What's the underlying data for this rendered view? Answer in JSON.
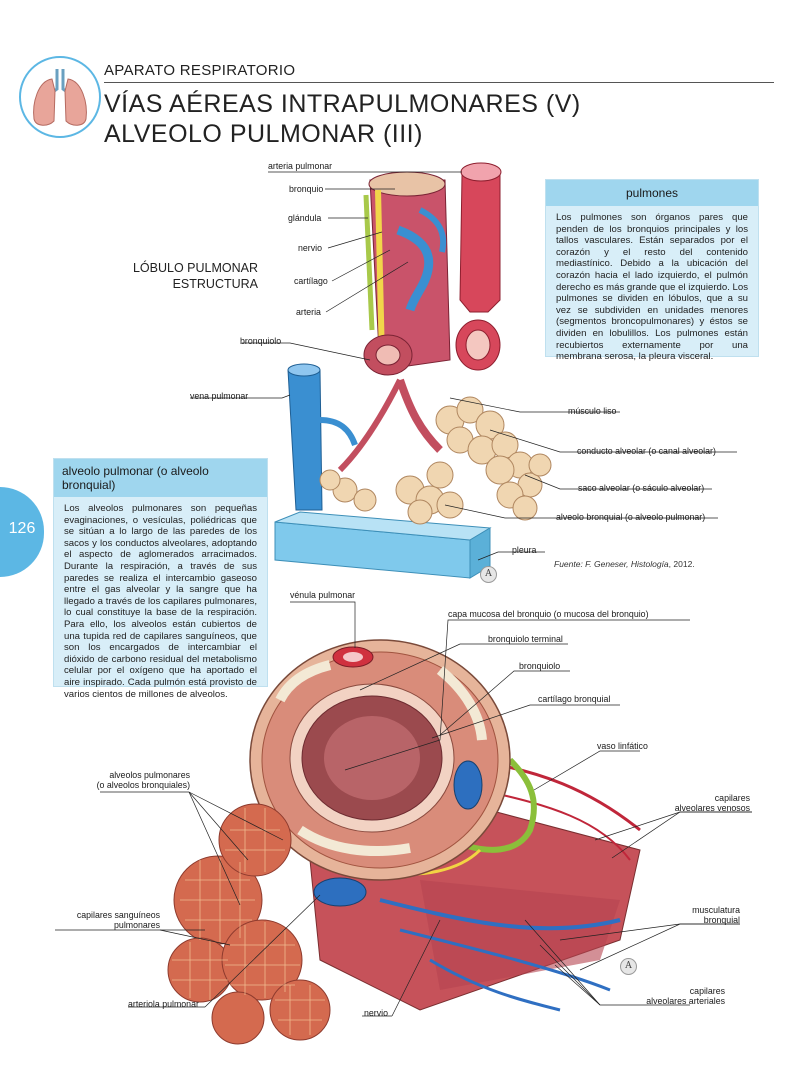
{
  "header": {
    "section": "APARATO RESPIRATORIO",
    "title_line1": "VÍAS AÉREAS INTRAPULMONARES (V)",
    "title_line2": "ALVEOLO PULMONAR (III)"
  },
  "page_number": "126",
  "lobule": {
    "heading_line1": "LÓBULO PULMONAR",
    "heading_line2": "ESTRUCTURA",
    "labels": {
      "arteria_pulmonar": "arteria pulmonar",
      "bronquio": "bronquio",
      "glandula": "glándula",
      "nervio": "nervio",
      "cartilago": "cartílago",
      "arteria": "arteria",
      "bronquiolo": "bronquiolo",
      "vena_pulmonar": "vena pulmonar",
      "musculo_liso": "músculo liso",
      "conducto_alveolar": "conducto alveolar (o canal alveolar)",
      "saco_alveolar": "saco alveolar (o sáculo alveolar)",
      "alveolo_bronquial": "alveolo bronquial (o alveolo pulmonar)",
      "pleura": "pleura"
    },
    "source_prefix": "Fuente: F. Geneser",
    "source_book": ", Histología",
    "source_year": ", 2012."
  },
  "lungs_box": {
    "title": "pulmones",
    "text": "Los pulmones son órganos pares que penden de los bronquios principales y los tallos vasculares. Están separados por el corazón y el resto del contenido mediastínico. Debido a la ubicación del corazón hacia el lado izquierdo, el pulmón derecho es más grande que el izquierdo. Los pulmones se dividen en lóbulos, que a su vez se subdividen en unidades menores (segmentos broncopulmonares) y éstos se dividen en lobulillos. Los pulmones están recubiertos externamente por una membrana serosa, la pleura visceral."
  },
  "alveolus_box": {
    "title": "alveolo pulmonar (o alveolo bronquial)",
    "text": "Los alveolos pulmonares son pequeñas evaginaciones, o vesículas, poliédricas que se sitúan a lo largo de las paredes de los sacos y los conductos alveolares, adoptando el aspecto de aglomerados arracimados. Durante la respiración, a través de sus paredes se realiza el intercambio gaseoso entre el gas alveolar y la sangre que ha llegado a través de los capilares pulmonares, lo cual constituye la base de la respiración. Para ello, los alveolos están cubiertos de una tupida red de capilares sanguíneos, que son los encargados de intercambiar el dióxido de carbono residual del metabolismo celular por el oxígeno que ha aportado el aire inspirado. Cada pulmón está provisto de varios cientos de millones de alveolos."
  },
  "bronchiole": {
    "labels": {
      "venula_pulmonar": "vénula pulmonar",
      "capa_mucosa": "capa mucosa del bronquio (o mucosa del bronquio)",
      "bronquiolo_terminal": "bronquiolo terminal",
      "bronquiolo": "bronquiolo",
      "cartilago_bronquial": "cartílago bronquial",
      "vaso_linfatico": "vaso linfático",
      "capilares_venosos_1": "capilares",
      "capilares_venosos_2": "alveolares venosos",
      "alveolos_1": "alveolos pulmonares",
      "alveolos_2": "(o alveolos bronquiales)",
      "musculatura_1": "musculatura",
      "musculatura_2": "bronquial",
      "capilares_sanguineos_1": "capilares sanguíneos",
      "capilares_sanguineos_2": "pulmonares",
      "capilares_arteriales_1": "capilares",
      "capilares_arteriales_2": "alveolares arteriales",
      "arteriola_pulmonar": "arteriola pulmonar",
      "nervio": "nervio"
    }
  },
  "marks": {
    "a1": "A",
    "a2": "A"
  },
  "colors": {
    "accent_blue": "#5cb7e4",
    "box_fill": "#d8eef8",
    "box_head": "#9fd6ee"
  }
}
